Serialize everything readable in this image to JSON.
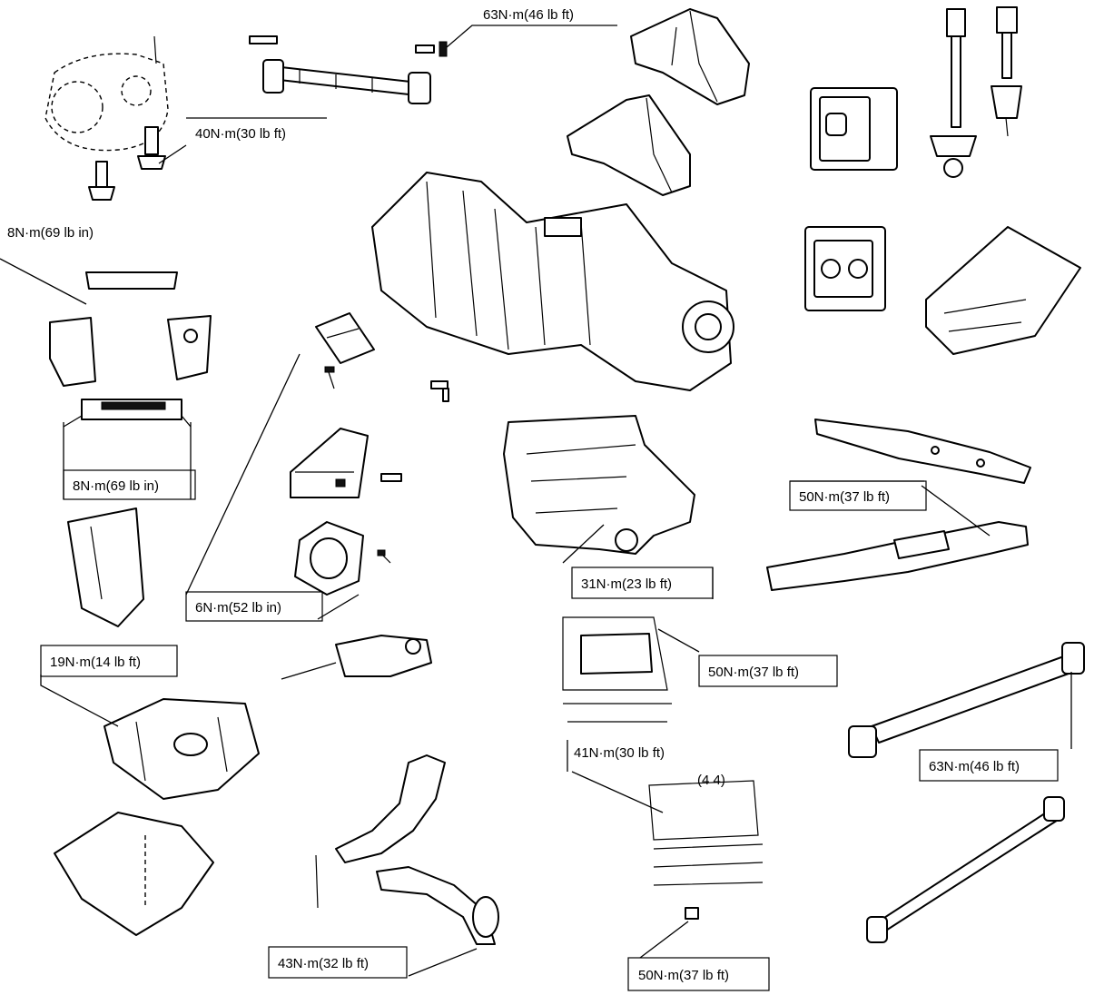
{
  "torque_labels": [
    "63N·m(46 lb ft)",
    "40N·m(30 lb ft)",
    "8N·m(69 lb in)",
    "8N·m(69 lb in)",
    "50N·m(37 lb ft)",
    "31N·m(23 lb ft)",
    "6N·m(52 lb in)",
    "50N·m(37 lb ft)",
    "19N·m(14 lb ft)",
    "41N·m(30 lb ft)",
    "63N·m(46 lb ft)",
    "43N·m(32 lb ft)",
    "50N·m(37 lb ft)"
  ],
  "callout_text": "(4 4)"
}
